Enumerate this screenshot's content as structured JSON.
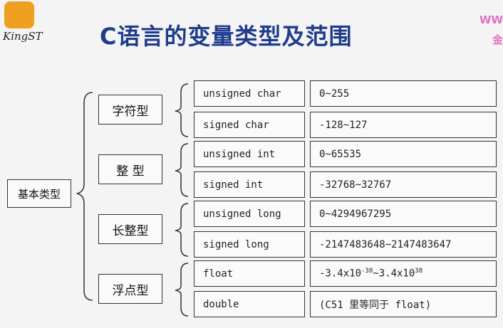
{
  "title": "C语言的变量类型及范围",
  "logo": {
    "text": "KingST"
  },
  "corner": {
    "line1": "WW",
    "line2": "金"
  },
  "root": {
    "label": "基本类型"
  },
  "categories": [
    {
      "label": "字符型",
      "rows": [
        {
          "type": "unsigned char",
          "range": "0~255"
        },
        {
          "type": "signed char",
          "range": "-128~127"
        }
      ]
    },
    {
      "label": "整 型",
      "rows": [
        {
          "type": "unsigned int",
          "range": "0~65535"
        },
        {
          "type": "signed int",
          "range": "-32768~32767"
        }
      ]
    },
    {
      "label": "长整型",
      "rows": [
        {
          "type": "unsigned long",
          "range": "0~4294967295"
        },
        {
          "type": "signed long",
          "range": "-2147483648~2147483647"
        }
      ]
    },
    {
      "label": "浮点型",
      "rows": [
        {
          "type": "float",
          "range_base1": "-3.4x10",
          "range_exp1": "-38",
          "range_mid": "~3.4x10",
          "range_exp2": "38"
        },
        {
          "type": "double",
          "range": "(C51 里等同于 float)"
        }
      ]
    }
  ]
}
